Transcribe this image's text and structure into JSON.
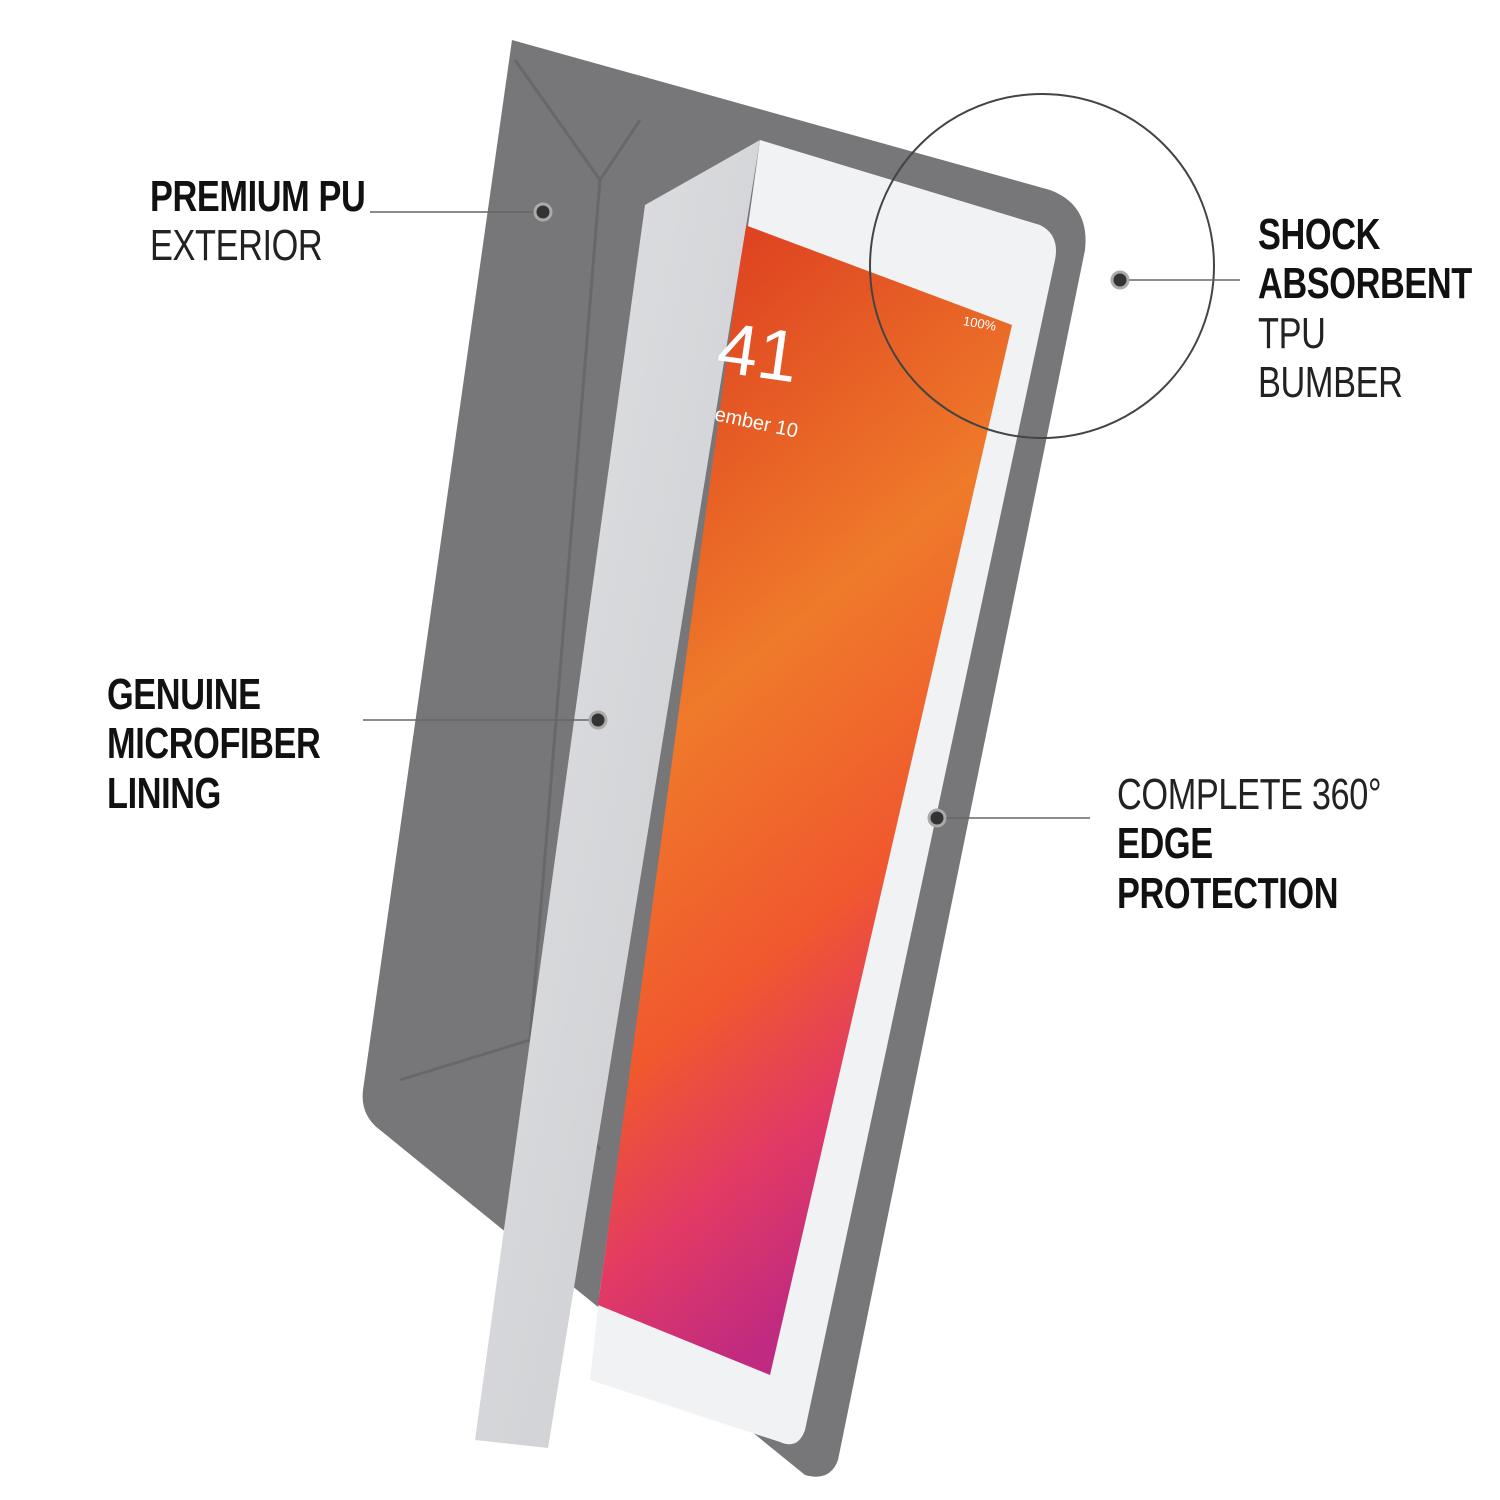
{
  "callouts": {
    "premium": {
      "bold": "PREMIUM PU",
      "light": "EXTERIOR"
    },
    "microfiber": {
      "line1": "GENUINE",
      "line2": "MICROFIBER",
      "line3": "LINING"
    },
    "shock": {
      "line1": "SHOCK",
      "line2": "ABSORBENT",
      "light": "TPU BUMBER"
    },
    "edge": {
      "light": "COMPLETE 360°",
      "bold": "EDGE PROTECTION"
    }
  },
  "screen": {
    "time_fragment": "41",
    "date_fragment": "ember 10",
    "battery": "100%"
  },
  "colors": {
    "case": "#77777a",
    "lining": "#d4d5d8",
    "screen_top": "#d9321f",
    "screen_mid": "#ef7a2a",
    "bezel": "#f1f2f4"
  }
}
